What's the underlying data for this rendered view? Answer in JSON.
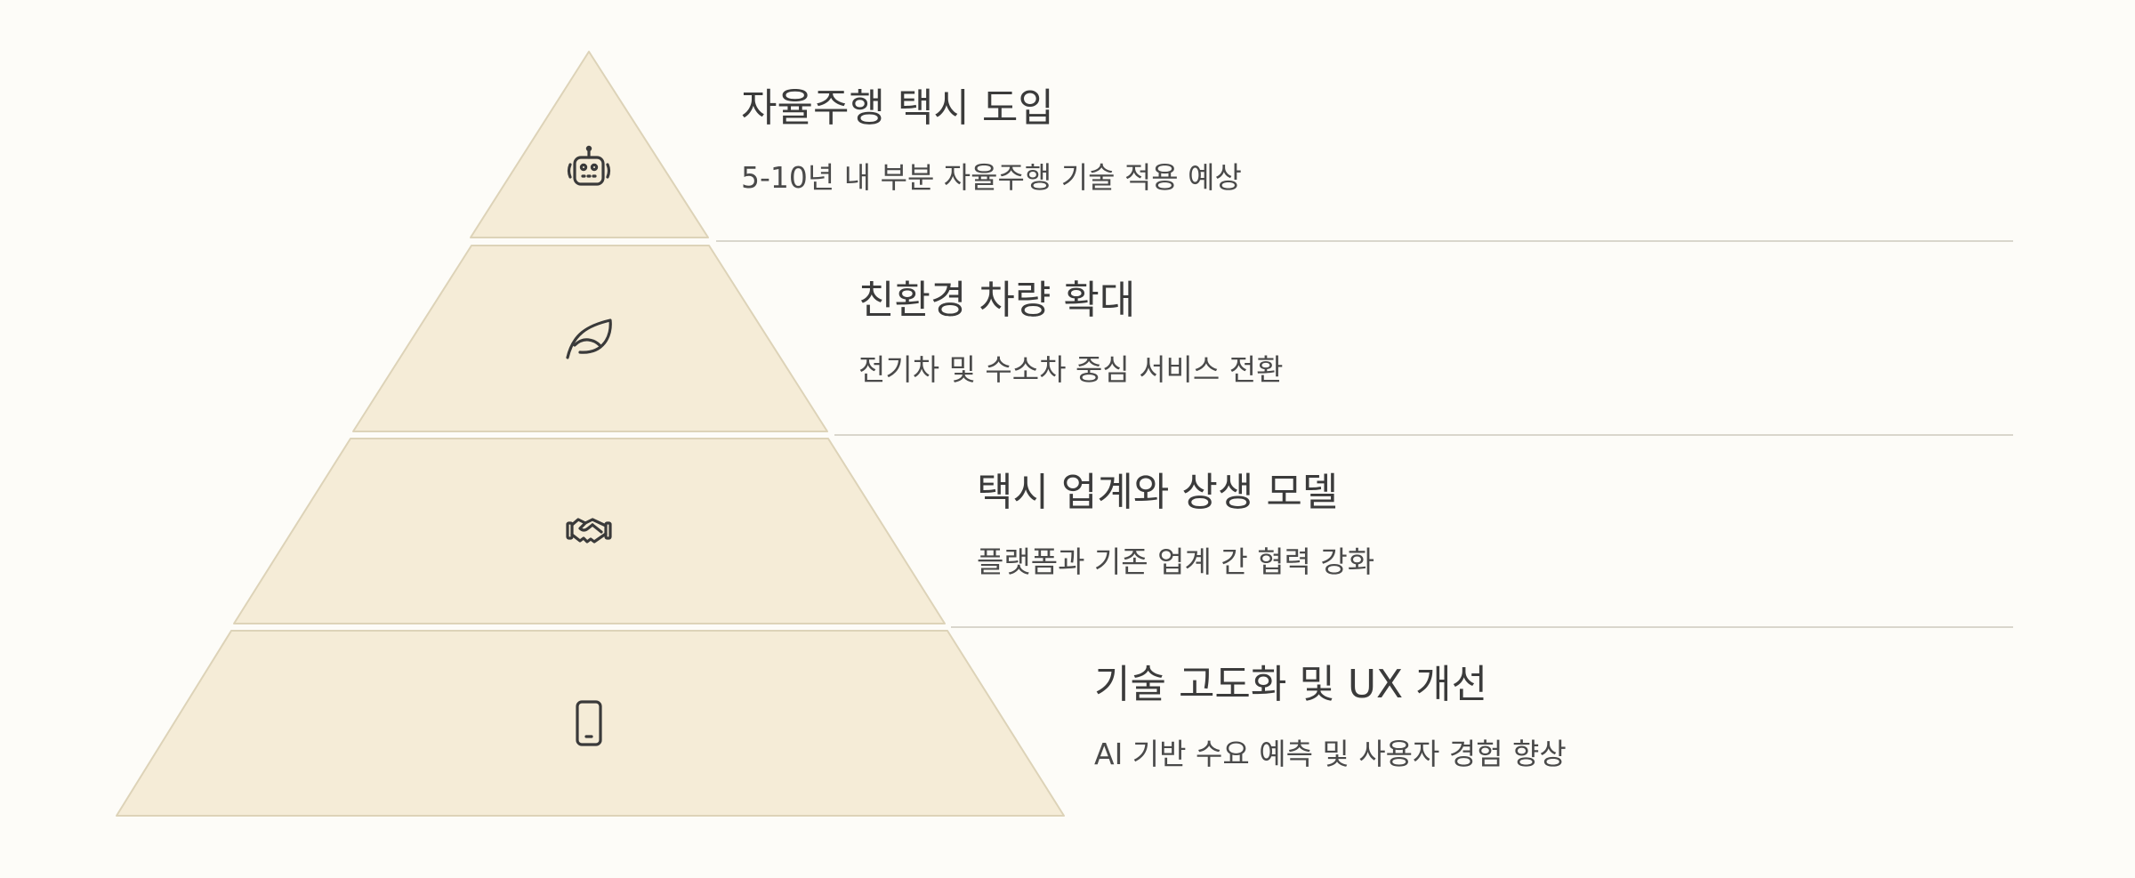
{
  "colors": {
    "background": "#fdfcf8",
    "tier_fill": "#f5ecd7",
    "tier_stroke": "#ddd3b8",
    "divider": "#d9d6cc",
    "icon": "#3a3a3a",
    "title_text": "#3b3b3b",
    "desc_text": "#4a4a4a"
  },
  "tiers": [
    {
      "icon": "robot-icon",
      "title": "자율주행 택시 도입",
      "description": "5-10년 내 부분 자율주행 기술 적용 예상"
    },
    {
      "icon": "leaf-icon",
      "title": "친환경 차량 확대",
      "description": "전기차 및 수소차 중심 서비스 전환"
    },
    {
      "icon": "handshake-icon",
      "title": "택시 업계와 상생 모델",
      "description": "플랫폼과 기존 업계 간 협력 강화"
    },
    {
      "icon": "smartphone-icon",
      "title": "기술 고도화 및 UX 개선",
      "description": "AI 기반 수요 예측 및 사용자 경험 향상"
    }
  ]
}
